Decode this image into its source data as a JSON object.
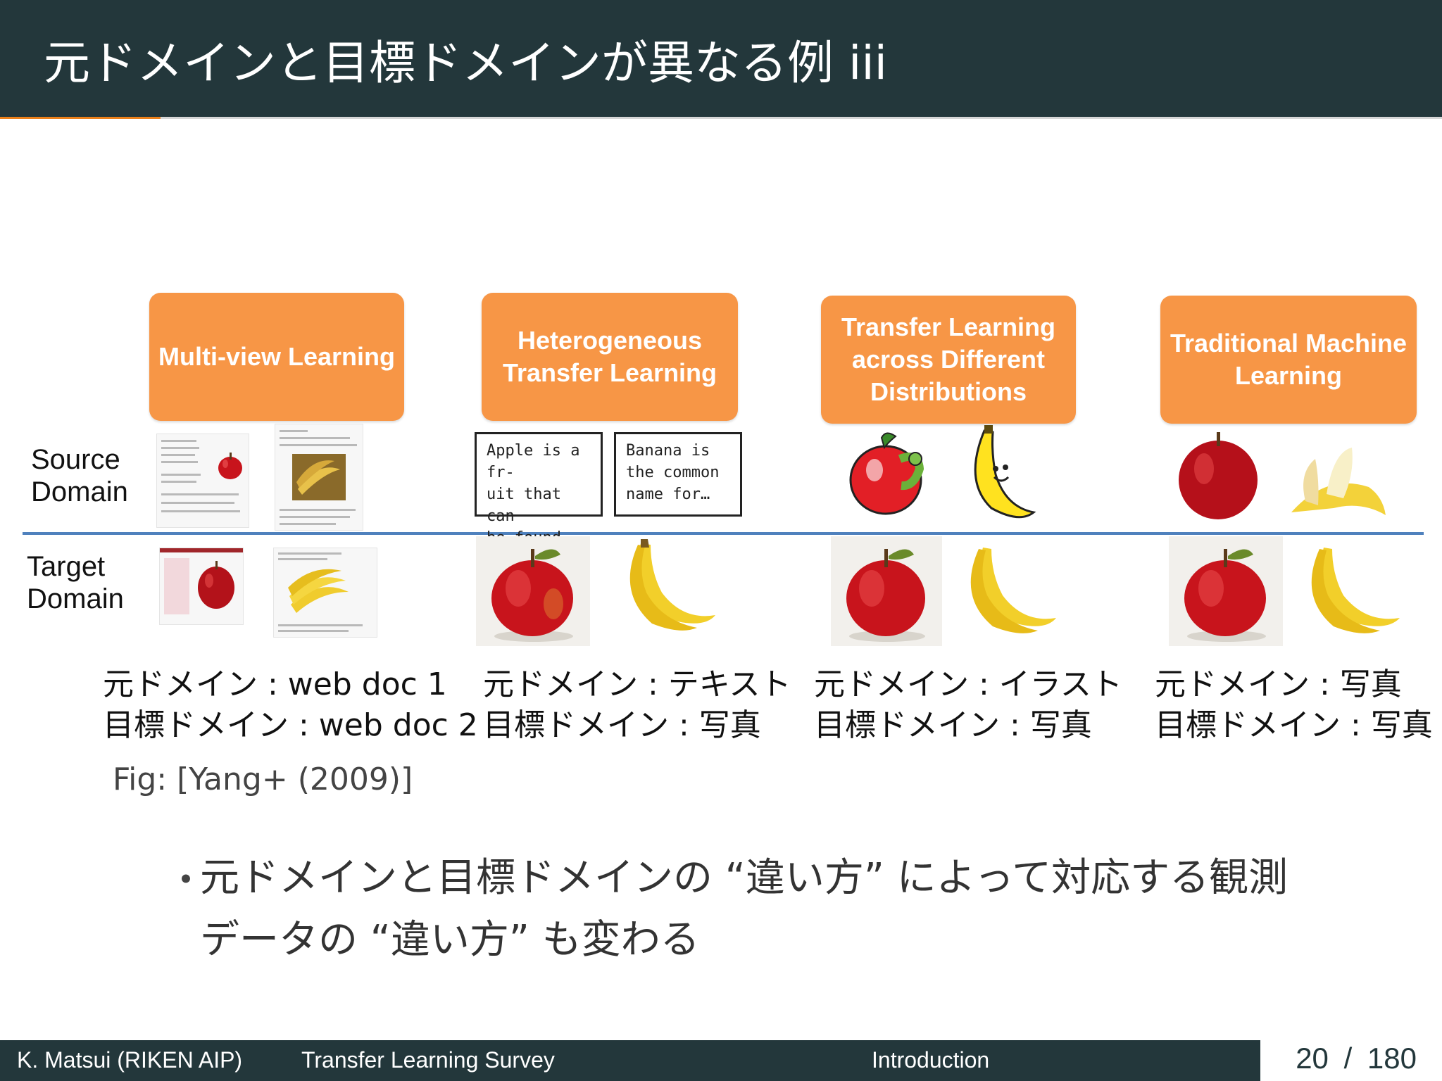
{
  "title": "元ドメインと目標ドメインが異なる例 iii",
  "figure": {
    "row_labels": {
      "source": "Source\nDomain",
      "target": "Target\nDomain"
    },
    "categories": [
      "Multi-view Learning",
      "Heterogeneous\nTransfer Learning",
      "Transfer Learning\nacross Different\nDistributions",
      "Traditional Machine\nLearning"
    ],
    "text_boxes": [
      "Apple is a fr-\nuit that can\nbe found …",
      "Banana is\nthe common\nname for…"
    ],
    "captions": [
      "元ドメイン : web doc 1\n目標ドメイン : web doc 2",
      "元ドメイン : テキスト\n目標ドメイン : 写真",
      "元ドメイン : イラスト\n目標ドメイン : 写真",
      "元ドメイン : 写真\n目標ドメイン : 写真"
    ],
    "citation": "Fig: [Yang+ (2009)]"
  },
  "bullet": {
    "marker": "・",
    "text": "元ドメインと目標ドメインの “違い方” によって対応する観測データの “違い方” も変わる"
  },
  "footer": {
    "author": "K. Matsui (RIKEN AIP)",
    "talk": "Transfer Learning Survey",
    "section": "Introduction",
    "page_current": "20",
    "page_sep": "/",
    "page_total": "180"
  },
  "colors": {
    "title_bar": "#23373b",
    "accent": "#eb811b",
    "category_box": "#f79646",
    "divider": "#4f81bd"
  }
}
